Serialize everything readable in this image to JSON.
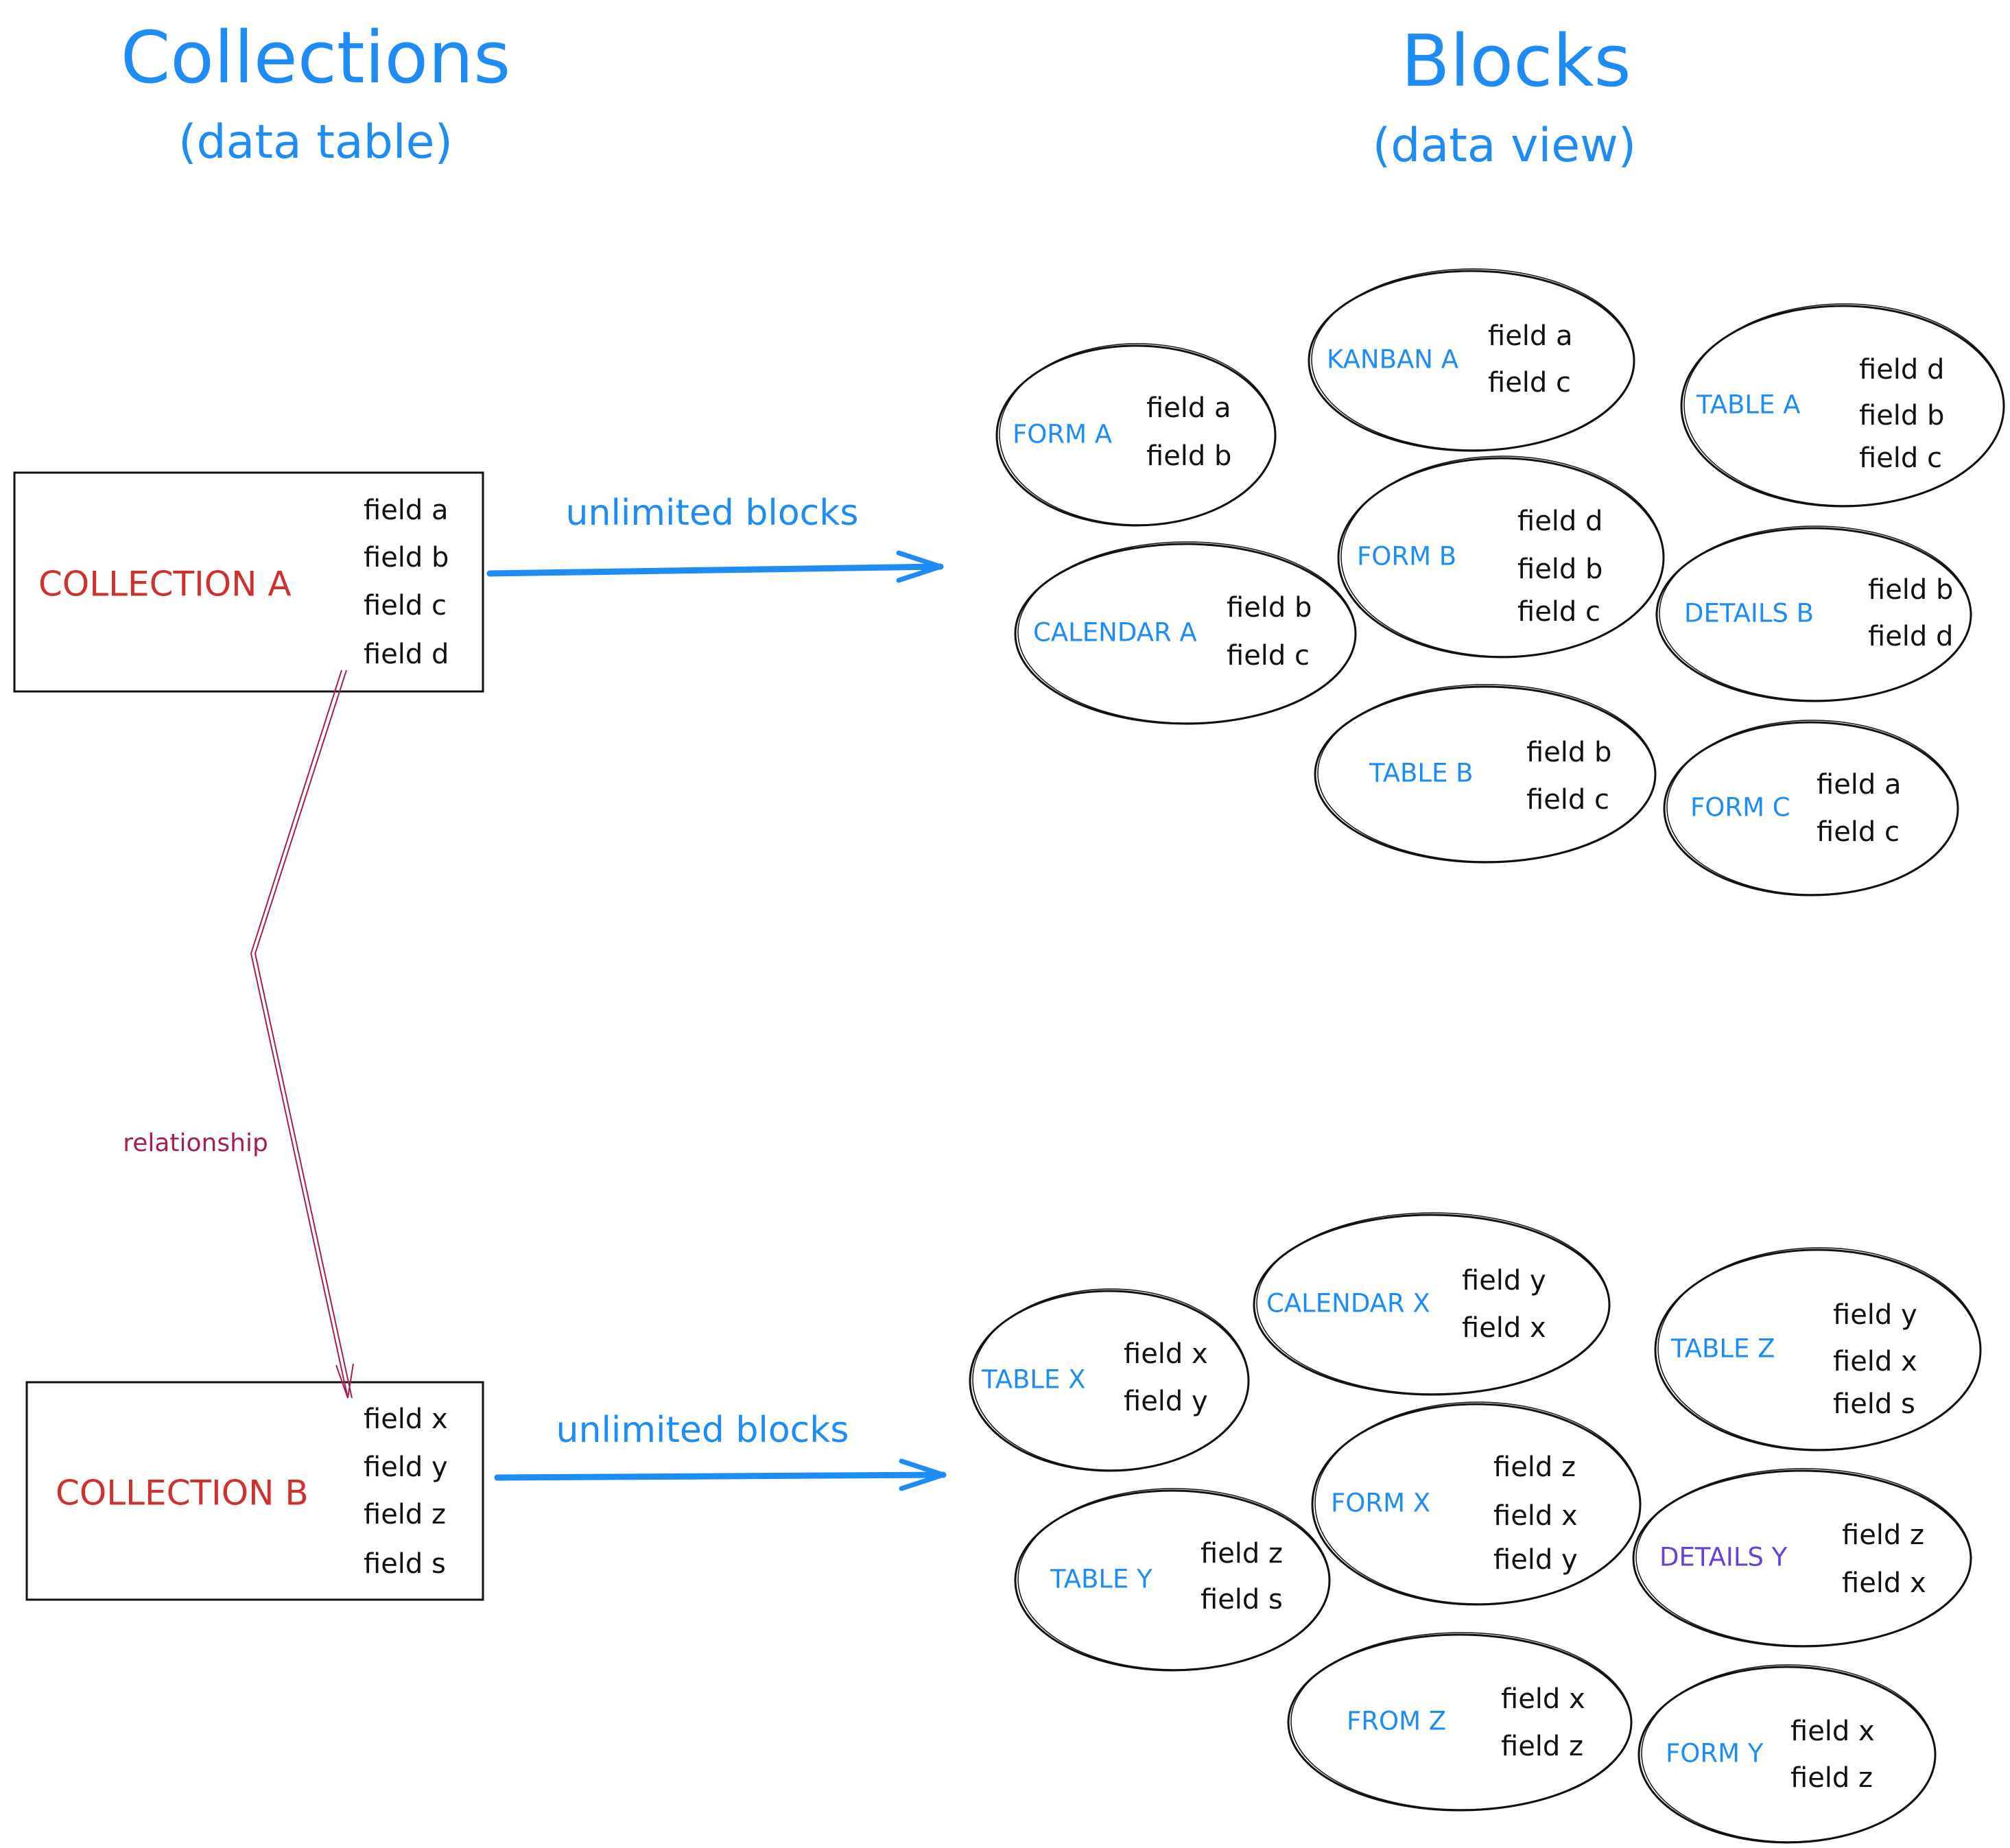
{
  "titles": {
    "collections": "Collections",
    "collections_sub": "(data table)",
    "blocks": "Blocks",
    "blocks_sub": "(data view)"
  },
  "colors": {
    "block_label": "#1e8cf5",
    "details_label": "#6741d9",
    "collection_label": "#d03030",
    "arrow": "#1e8cf5",
    "relationship": "#a61e4d"
  },
  "collections": [
    {
      "label": "COLLECTION A",
      "fields": [
        "field a",
        "field b",
        "field c",
        "field d"
      ]
    },
    {
      "label": "COLLECTION B",
      "fields": [
        "field x",
        "field y",
        "field z",
        "field s"
      ]
    }
  ],
  "arrows": [
    {
      "label": "unlimited blocks"
    },
    {
      "label": "unlimited blocks"
    }
  ],
  "relationship": {
    "label": "relationship"
  },
  "blocks": [
    {
      "label": "FORM A",
      "fields": [
        "field a",
        "field b"
      ],
      "color": "#1e8cf5"
    },
    {
      "label": "KANBAN A",
      "fields": [
        "field a",
        "field c"
      ],
      "color": "#1e8cf5"
    },
    {
      "label": "TABLE A",
      "fields": [
        "field d",
        "field b",
        "field c"
      ],
      "color": "#1e8cf5"
    },
    {
      "label": "FORM B",
      "fields": [
        "field d",
        "field b",
        "field c"
      ],
      "color": "#1e8cf5"
    },
    {
      "label": "CALENDAR A",
      "fields": [
        "field b",
        "field c"
      ],
      "color": "#1e8cf5"
    },
    {
      "label": "DETAILS B",
      "fields": [
        "field b",
        "field d"
      ],
      "color": "#1e8cf5"
    },
    {
      "label": "TABLE B",
      "fields": [
        "field b",
        "field c"
      ],
      "color": "#1e8cf5"
    },
    {
      "label": "FORM C",
      "fields": [
        "field a",
        "field c"
      ],
      "color": "#1e8cf5"
    },
    {
      "label": "TABLE X",
      "fields": [
        "field x",
        "field y"
      ],
      "color": "#1e8cf5"
    },
    {
      "label": "CALENDAR X",
      "fields": [
        "field y",
        "field x"
      ],
      "color": "#1e8cf5"
    },
    {
      "label": "TABLE Z",
      "fields": [
        "field y",
        "field x",
        "field s"
      ],
      "color": "#1e8cf5"
    },
    {
      "label": "FORM X",
      "fields": [
        "field z",
        "field x",
        "field y"
      ],
      "color": "#1e8cf5"
    },
    {
      "label": "TABLE Y",
      "fields": [
        "field z",
        "field s"
      ],
      "color": "#1e8cf5"
    },
    {
      "label": "DETAILS Y",
      "fields": [
        "field z",
        "field x"
      ],
      "color": "#6741d9"
    },
    {
      "label": "FROM Z",
      "fields": [
        "field x",
        "field z"
      ],
      "color": "#1e8cf5"
    },
    {
      "label": "FORM Y",
      "fields": [
        "field x",
        "field z"
      ],
      "color": "#1e8cf5"
    }
  ]
}
